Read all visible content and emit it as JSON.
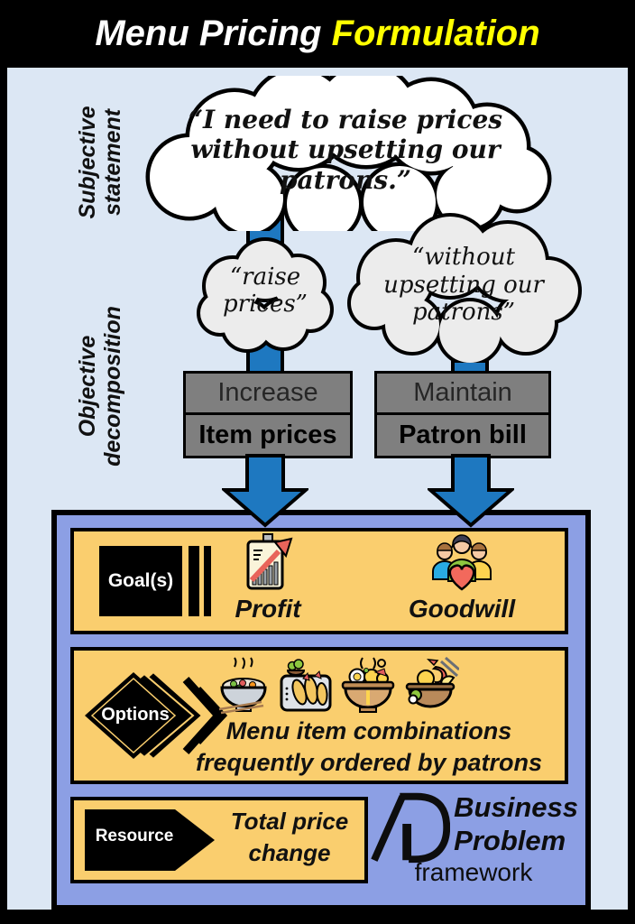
{
  "header": {
    "title_main": "Menu Pricing ",
    "title_accent": "Formulation"
  },
  "side_labels": {
    "subjective": {
      "line1": "Subjective",
      "line2": "statement"
    },
    "objective": {
      "line1": "Objective",
      "line2": "decomposition"
    }
  },
  "clouds": {
    "statement": "“I need to raise prices without upsetting our patrons.”",
    "left_fragment": "“raise prices”",
    "right_fragment": "“without upsetting our patrons”"
  },
  "objective_boxes": {
    "left": {
      "action": "Increase",
      "target": "Item prices"
    },
    "right": {
      "action": "Maintain",
      "target": "Patron bill"
    }
  },
  "framework": {
    "goals": {
      "label": "Goal(s)",
      "items": [
        {
          "name": "Profit",
          "icon": "profit-chart-icon"
        },
        {
          "name": "Goodwill",
          "icon": "goodwill-people-heart-icon"
        }
      ]
    },
    "options": {
      "label": "Options",
      "line1": "Menu item combinations",
      "line2": "frequently ordered by patrons",
      "icons": [
        "veggie-bowl-icon",
        "tempura-plate-icon",
        "ramen-bowl-icon",
        "shrimp-noodle-bowl-icon"
      ]
    },
    "resource": {
      "label": "Resource",
      "line1": "Total price",
      "line2": "change"
    },
    "brand": {
      "word1": "Business",
      "word2": "Problem",
      "word3": "framework"
    }
  },
  "colors": {
    "accent_yellow": "#FFFF00",
    "panel_blue": "#DCE7F4",
    "arrow_blue": "#1E78C0",
    "frame_periwinkle": "#8C9FE4",
    "card_yellow": "#FACE6E",
    "box_gray": "#7F7F7F"
  }
}
